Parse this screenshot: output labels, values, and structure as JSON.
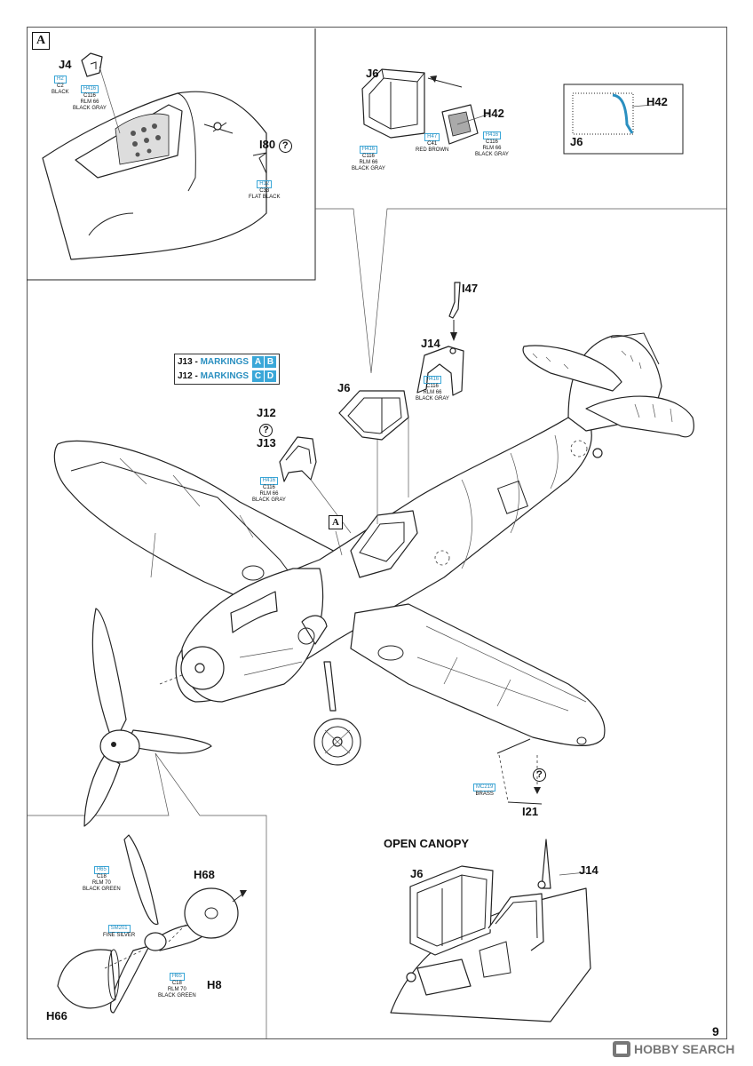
{
  "page_number": "9",
  "watermark": "HOBBY SEARCH",
  "detail_a": {
    "box_letter": "A",
    "part_j4": "J4",
    "paint_h2": {
      "code": "H2",
      "c": "C2",
      "name": "BLACK"
    },
    "paint_h416": {
      "code": "H416",
      "c": "C116",
      "name1": "RLM 66",
      "name2": "BLACK GRAY"
    },
    "part_i80": "I80",
    "paint_h12": {
      "code": "H12",
      "c": "C33",
      "name": "FLAT BLACK"
    },
    "question": "?"
  },
  "detail_j6": {
    "part_j6": "J6",
    "part_h42": "H42",
    "paint_h416": {
      "code": "H416",
      "c": "C116",
      "name1": "RLM 66",
      "name2": "BLACK GRAY"
    },
    "paint_h47": {
      "code": "H47",
      "c": "C41",
      "name": "RED BROWN"
    },
    "paint_h416b": {
      "code": "H416",
      "c": "C116",
      "name1": "RLM 66",
      "name2": "BLACK GRAY"
    }
  },
  "inset_j6": {
    "part_h42": "H42",
    "part_j6": "J6"
  },
  "main": {
    "markings": [
      {
        "part": "J13",
        "sep": " - ",
        "word": "MARKINGS",
        "opts": [
          "A",
          "B"
        ]
      },
      {
        "part": "J12",
        "sep": " - ",
        "word": "MARKINGS",
        "opts": [
          "C",
          "D"
        ]
      }
    ],
    "part_j12": "J12",
    "part_j13": "J13",
    "paint_j13": {
      "code": "H416",
      "c": "C116",
      "name1": "RLM 66",
      "name2": "BLACK GRAY"
    },
    "part_j6": "J6",
    "part_j14": "J14",
    "paint_j14": {
      "code": "H416",
      "c": "C116",
      "name1": "RLM 66",
      "name2": "BLACK GRAY"
    },
    "part_i47": "I47",
    "box_a": "A",
    "part_i21": "I21",
    "paint_mc": {
      "code": "MC219",
      "name": "BRASS"
    },
    "question": "?"
  },
  "detail_prop": {
    "paint_h65a": {
      "code": "H65",
      "c": "C18",
      "name1": "RLM 70",
      "name2": "BLACK GREEN"
    },
    "part_h68": "H68",
    "paint_sm": {
      "code": "SM201",
      "name": "FINE SILVER"
    },
    "paint_h65b": {
      "code": "H65",
      "c": "C18",
      "name1": "RLM 70",
      "name2": "BLACK GREEN"
    },
    "part_h8": "H8",
    "part_h66": "H66"
  },
  "open_canopy": {
    "title": "OPEN CANOPY",
    "part_j6": "J6",
    "part_j14": "J14"
  },
  "colors": {
    "paint_box": "#3aa7d8",
    "line": "#222222"
  }
}
